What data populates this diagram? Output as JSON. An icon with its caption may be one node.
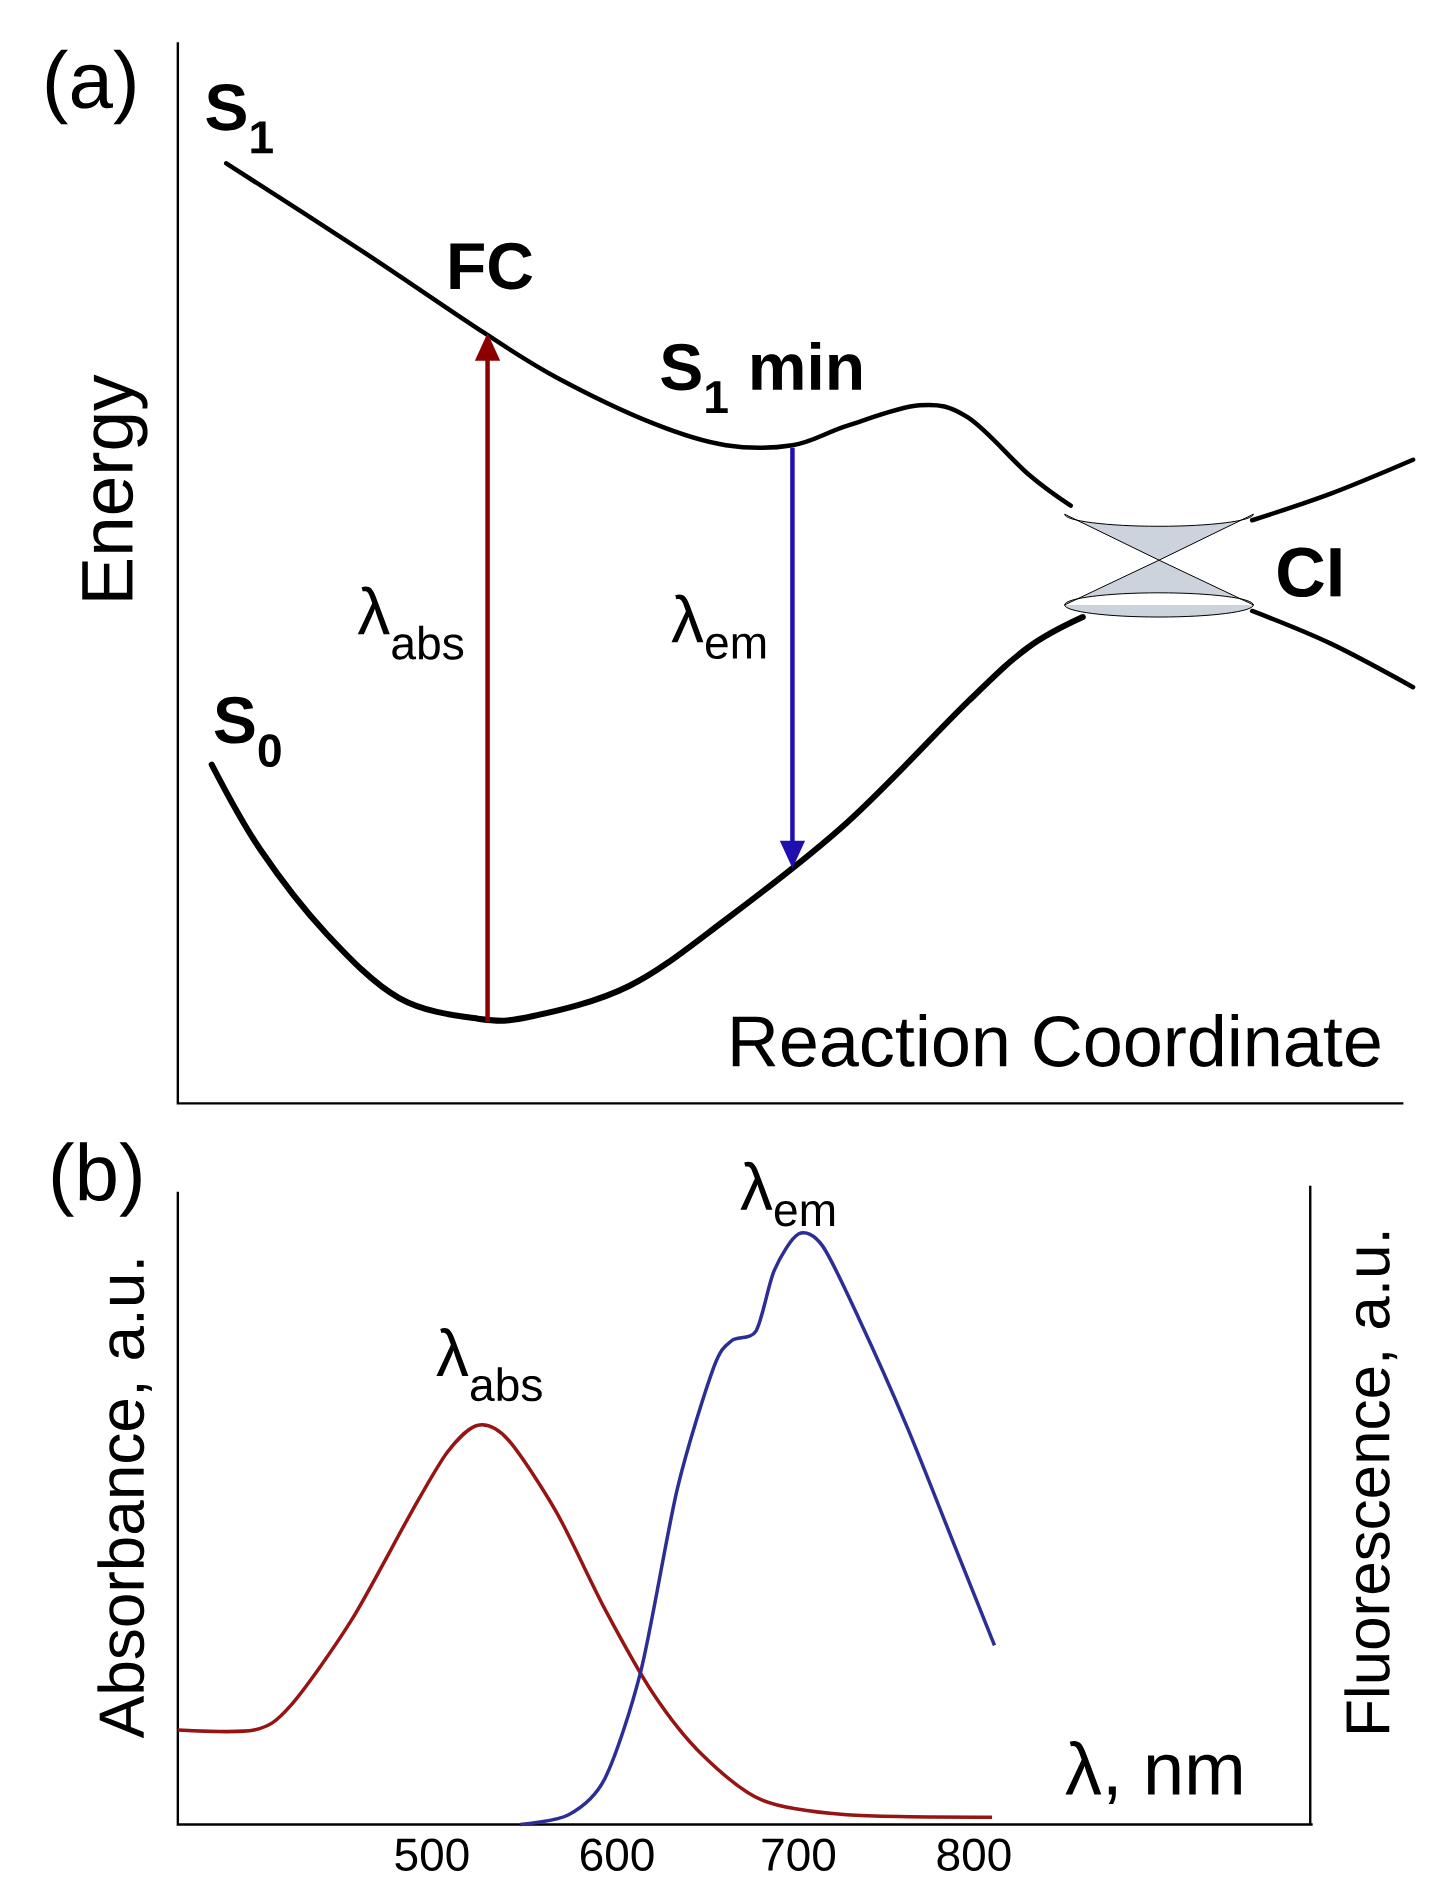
{
  "diagram": {
    "nodes": [
      {
        "text": [
          "FC"
        ]
      },
      {
        "text": [
          "S$_{1}$ min"
        ]
      },
      {
        "text": [
          "S$_{0}$"
        ]
      }
    ],
    "edges": [
      {
        "from": 2,
        "to": 0,
        "arrow": "to",
        "label": "λ$_{abs}$",
        "color": "#8b0000"
      },
      {
        "from": 1,
        "to": 2,
        "arrow": "to",
        "label": "λ$_{em}$",
        "color": "#1f0fb0"
      }
    ],
    "labels": [
      "(a)",
      "S$_{1}$",
      "CI",
      "Energy",
      "Reaction Coordinate",
      "(b)",
      "λ$_{em}$",
      "λ$_{abs}$",
      "Absorbance, a.u.",
      "Fluorescence, a.u.",
      "λ, nm",
      "500",
      "600",
      "700",
      "800"
    ]
  }
}
